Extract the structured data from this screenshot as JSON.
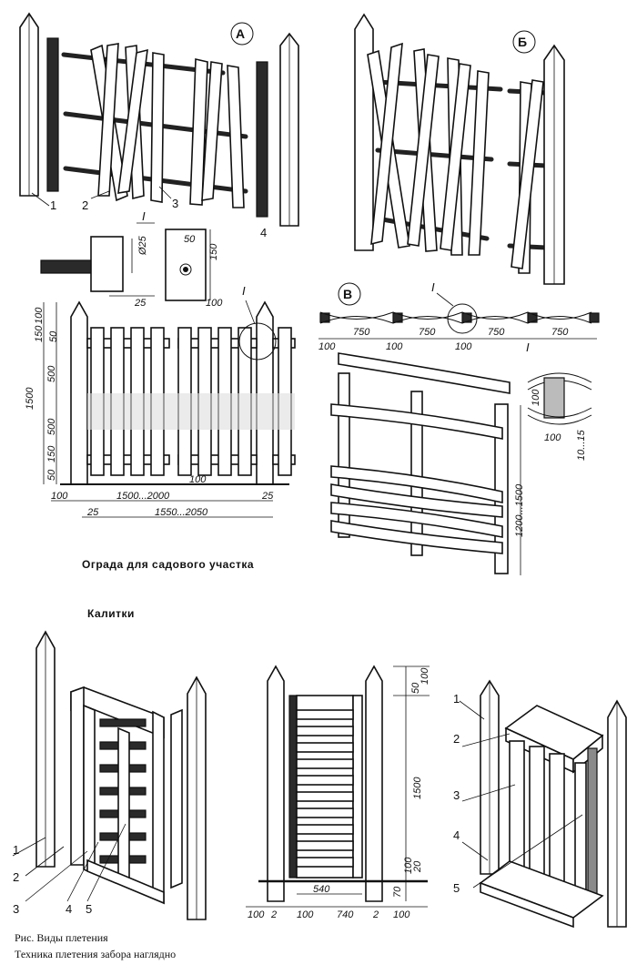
{
  "panels": {
    "a": {
      "letter": "А"
    },
    "b": {
      "letter": "Б"
    },
    "v": {
      "letter": "В"
    }
  },
  "callouts_top": [
    "1",
    "2",
    "3",
    "4"
  ],
  "detail_mark": "I",
  "detail_dims": {
    "d25": "Ø25",
    "w25": "25",
    "d50": "50",
    "d150": "150",
    "d100": "100"
  },
  "fence_dims": {
    "vertical": [
      "100",
      "150",
      "50",
      "500",
      "500",
      "150",
      "50"
    ],
    "total_height": "1500",
    "bottom": {
      "left": "100",
      "span": "1500...2000",
      "gap": "100",
      "right": "25",
      "left2": "25",
      "total": "1550...2050"
    }
  },
  "weave_dims": {
    "spans": [
      "750",
      "750",
      "750",
      "750"
    ],
    "posts": [
      "100",
      "100",
      "100"
    ],
    "mark": "I",
    "mark2": "I"
  },
  "gate_dims": {
    "height": "1200...1500",
    "top": "100",
    "width": "100",
    "gap": "10...15"
  },
  "titles": {
    "fence": "Ограда для садового участка",
    "gates": "Калитки"
  },
  "gate_left_callouts": [
    "1",
    "2",
    "3",
    "4",
    "5"
  ],
  "gate_mid_dims": {
    "top": "50",
    "top2": "100",
    "height": "1500",
    "d20": "20",
    "d100": "100",
    "d70": "70",
    "width": "540",
    "bottom": [
      "100",
      "2",
      "100",
      "740",
      "2",
      "100"
    ]
  },
  "gate_right_callouts": [
    "1",
    "2",
    "3",
    "4",
    "5"
  ],
  "caption": {
    "line1": "Рис. Виды плетения",
    "line2": "Техника плетения забора наглядно"
  }
}
